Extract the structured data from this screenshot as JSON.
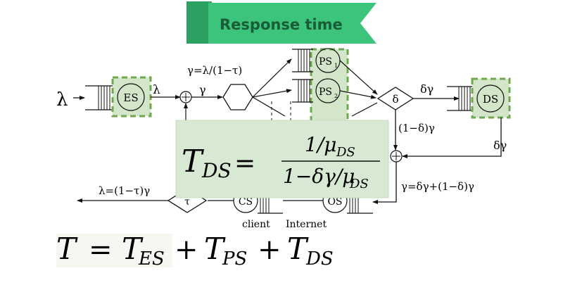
{
  "banner": {
    "title": "Response time"
  },
  "stations": {
    "es": "ES",
    "ps1": "PS",
    "ps1_sub": "1",
    "ps2": "PS",
    "ps2_sub": "2",
    "ds": "DS",
    "cs": "CS",
    "os": "OS",
    "delta": "δ",
    "tau": "τ"
  },
  "labels": {
    "lambda_in": "λ",
    "lambda_es_out": "λ",
    "gamma_eq": "γ=λ/(1−τ)",
    "gamma": "γ",
    "delta_gamma_top": "δγ",
    "one_minus_delta_gamma": "(1−δ)γ",
    "delta_gamma_right": "δγ",
    "gamma_sum": "γ=δγ+(1−δ)γ",
    "lambda_out": "λ=(1−τ)γ",
    "client": "client",
    "internet": "Internet"
  },
  "formula_box": {
    "lhs_main": "T",
    "lhs_sub": "DS",
    "equals": "=",
    "numerator": "1/μ",
    "numerator_sub": "DS",
    "denominator": "1−δγ/μ",
    "denominator_sub": "DS"
  },
  "total_formula": {
    "t": "T",
    "eq": "=",
    "t1": "T",
    "t1_sub": "ES",
    "plus1": "+",
    "t2": "T",
    "t2_sub": "PS",
    "plus2": "+",
    "t3": "T",
    "t3_sub": "DS"
  },
  "colors": {
    "ribbon": "#3cc47c",
    "ribbon_dark": "#2aa163",
    "highlight": "#6ea84f",
    "highlight_fill": "#d3e6c9",
    "formula_box": "#d8e9d3"
  }
}
